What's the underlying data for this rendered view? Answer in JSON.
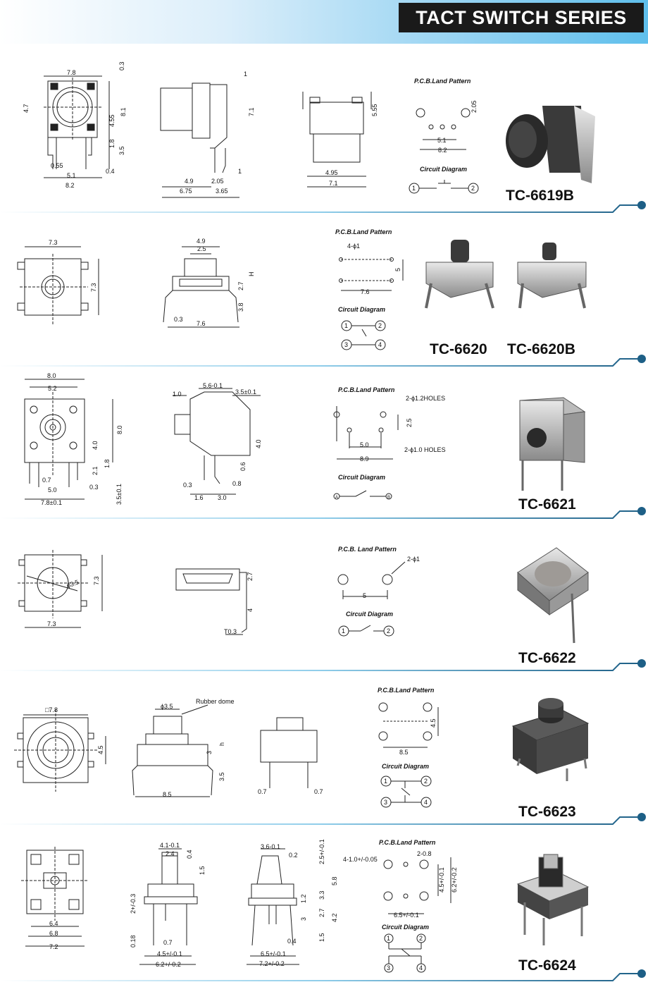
{
  "header": {
    "title": "TACT SWITCH SERIES"
  },
  "sections": [
    {
      "model": "TC-6619B",
      "pcb_title": "P.C.B.Land Pattern",
      "circuit_title": "Circuit Diagram",
      "dims": {
        "a": "7.8",
        "b": "0.3",
        "c": "4.7",
        "d": "8.1",
        "e": "4.55",
        "f": "1.8",
        "g": "3.5",
        "h": "0.55",
        "i": "5.1",
        "j": "0.4",
        "k": "8.2",
        "side1": "1",
        "side2": "7.1",
        "side3": "4.9",
        "side4": "2.05",
        "side5": "1",
        "side6": "6.75",
        "side7": "3.65",
        "front1": "5.55",
        "front2": "4.95",
        "front3": "7.1",
        "pcb1": "2.05",
        "pcb2": "5.1",
        "pcb3": "8.2"
      },
      "circuit_nodes": [
        "1",
        "2"
      ]
    },
    {
      "model": "TC-6620",
      "model_b": "TC-6620B",
      "pcb_title": "P.C.B.Land Pattern",
      "circuit_title": "Circuit Diagram",
      "dims": {
        "a": "7.3",
        "b": "7.3",
        "c": "4.9",
        "d": "2.5",
        "e": "H",
        "f": "2.7",
        "g": "3.8",
        "h": "0.3",
        "i": "7.6",
        "pcb1": "4-ϕ1",
        "pcb2": "5",
        "pcb3": "7.6"
      },
      "circuit_nodes": [
        "1",
        "2",
        "3",
        "4"
      ]
    },
    {
      "model": "TC-6621",
      "pcb_title": "P.C.B.Land Pattern",
      "circuit_title": "Circuit Diagram",
      "dims": {
        "a": "8.0",
        "b": "5.2",
        "c": "8.0",
        "d": "4.0",
        "e": "2.1",
        "f": "1.8",
        "g": "0.7",
        "h": "5.0",
        "i": "0.3",
        "j": "7.8±0.1",
        "k": "3.5±0.1",
        "s1": "1.0",
        "s2": "5.6-0.1",
        "s3": "3.5±0.1",
        "s4": "4.0",
        "s5": "0.6",
        "s6": "0.3",
        "s7": "0.8",
        "s8": "1.6",
        "s9": "3.0",
        "pcb1": "2-ϕ1.2HOLES",
        "pcb2": "2.5",
        "pcb3": "5.0",
        "pcb4": "2-ϕ1.0 HOLES",
        "pcb5": "8.9"
      },
      "circuit_nodes": [
        "A",
        "B"
      ]
    },
    {
      "model": "TC-6622",
      "pcb_title": "P.C.B. Land Pattern",
      "circuit_title": "Circuit Diagram",
      "dims": {
        "a": "ϕ3.5",
        "b": "7.3",
        "c": "7.3",
        "d": "2.7",
        "e": "4",
        "f": "T0.3",
        "pcb1": "2-ϕ1",
        "pcb2": "5"
      },
      "circuit_nodes": [
        "1",
        "2"
      ]
    },
    {
      "model": "TC-6623",
      "pcb_title": "P.C.B.Land Pattern",
      "circuit_title": "Circuit Diagram",
      "dims": {
        "a": "□7.8",
        "b": "4.5",
        "c": "ϕ3.5",
        "d": "Rubber dome",
        "e": "h",
        "f": "3",
        "g": "3.5",
        "h": "8.5",
        "i": "0.7",
        "j": "0.7",
        "pcb1": "4.5",
        "pcb2": "8.5"
      },
      "circuit_nodes": [
        "1",
        "2",
        "3",
        "4"
      ]
    },
    {
      "model": "TC-6624",
      "pcb_title": "P.C.B.Land Pattern",
      "circuit_title": "Circuit Diagram",
      "dims": {
        "a": "6.4",
        "b": "6.8",
        "c": "7.2",
        "d": "4.1-0.1",
        "e": "2.4",
        "f": "0.4",
        "g": "1.5",
        "h": "2+/-0.3",
        "i": "0.18",
        "j": "0.7",
        "k": "4.5+/-0.1",
        "l": "6.2+/-0.2",
        "m": "3.6-0.1",
        "n": "0.2",
        "o": "2.5+/-0.1",
        "p": "5.8",
        "q": "3.3",
        "r": "1.2",
        "s": "2.7",
        "t": "4.2",
        "u": "3",
        "v": "1.5",
        "w": "0.4",
        "x": "6.5+/-0.1",
        "y": "7.2+/-0.2",
        "pcb1": "4-1.0+/-0.05",
        "pcb2": "2-0.8",
        "pcb3": "4.5+/-0.1",
        "pcb4": "6.2+/-0.2",
        "pcb5": "6.5+/-0.1"
      },
      "circuit_nodes": [
        "1",
        "2",
        "3",
        "4"
      ]
    }
  ]
}
